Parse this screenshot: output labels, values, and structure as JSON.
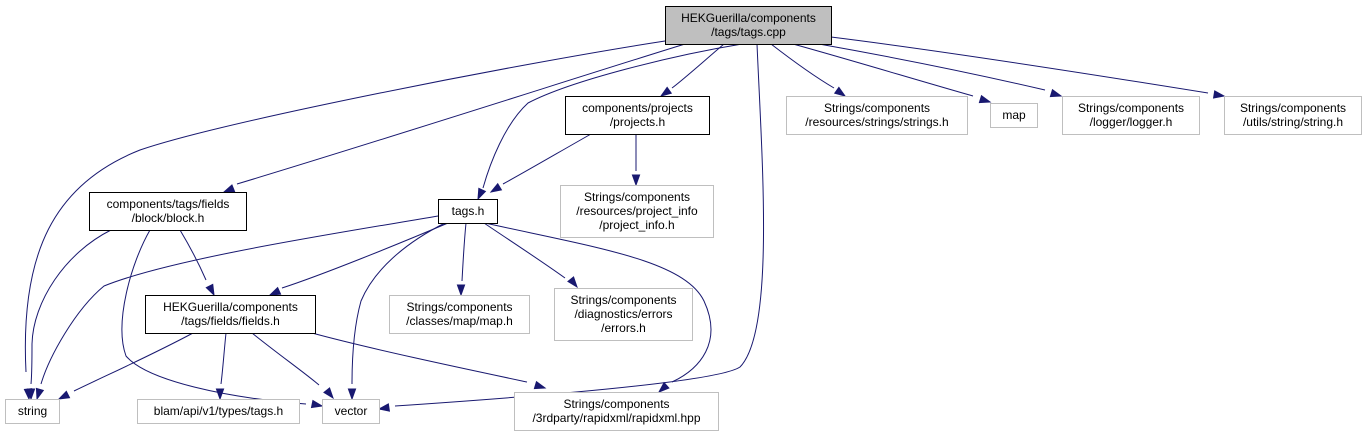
{
  "diagram": {
    "type": "include-dependency-graph",
    "colors": {
      "edge": "#191970",
      "root_fill": "#bfbfbf",
      "root_border": "#000000",
      "documented_border": "#000000",
      "external_border": "#bfbfbf",
      "text": "#000000"
    },
    "nodes": [
      {
        "id": "root",
        "kind": "root",
        "lines": [
          "HEKGuerilla/components",
          "/tags/tags.cpp"
        ]
      },
      {
        "id": "projects",
        "kind": "documented",
        "lines": [
          "components/projects",
          "/projects.h"
        ]
      },
      {
        "id": "strings_h",
        "kind": "external",
        "lines": [
          "Strings/components",
          "/resources/strings/strings.h"
        ]
      },
      {
        "id": "map",
        "kind": "external",
        "lines": [
          "map"
        ]
      },
      {
        "id": "logger",
        "kind": "external",
        "lines": [
          "Strings/components",
          "/logger/logger.h"
        ]
      },
      {
        "id": "string_h",
        "kind": "external",
        "lines": [
          "Strings/components",
          "/utils/string/string.h"
        ]
      },
      {
        "id": "block",
        "kind": "documented",
        "lines": [
          "components/tags/fields",
          "/block/block.h"
        ]
      },
      {
        "id": "tags_h",
        "kind": "documented",
        "lines": [
          "tags.h"
        ]
      },
      {
        "id": "project_info",
        "kind": "external",
        "lines": [
          "Strings/components",
          "/resources/project_info",
          "/project_info.h"
        ]
      },
      {
        "id": "fields",
        "kind": "documented",
        "lines": [
          "HEKGuerilla/components",
          "/tags/fields/fields.h"
        ]
      },
      {
        "id": "map_h",
        "kind": "external",
        "lines": [
          "Strings/components",
          "/classes/map/map.h"
        ]
      },
      {
        "id": "errors",
        "kind": "external",
        "lines": [
          "Strings/components",
          "/diagnostics/errors",
          "/errors.h"
        ]
      },
      {
        "id": "string",
        "kind": "external",
        "lines": [
          "string"
        ]
      },
      {
        "id": "blam_tags",
        "kind": "external",
        "lines": [
          "blam/api/v1/types/tags.h"
        ]
      },
      {
        "id": "vector",
        "kind": "external",
        "lines": [
          "vector"
        ]
      },
      {
        "id": "rapidxml",
        "kind": "external",
        "lines": [
          "Strings/components",
          "/3rdparty/rapidxml/rapidxml.hpp"
        ]
      }
    ],
    "edges": [
      {
        "from": "root",
        "to": "string"
      },
      {
        "from": "root",
        "to": "block"
      },
      {
        "from": "root",
        "to": "projects"
      },
      {
        "from": "root",
        "to": "tags_h"
      },
      {
        "from": "root",
        "to": "vector"
      },
      {
        "from": "root",
        "to": "strings_h"
      },
      {
        "from": "root",
        "to": "map"
      },
      {
        "from": "root",
        "to": "logger"
      },
      {
        "from": "root",
        "to": "string_h"
      },
      {
        "from": "projects",
        "to": "tags_h"
      },
      {
        "from": "projects",
        "to": "project_info"
      },
      {
        "from": "block",
        "to": "string"
      },
      {
        "from": "block",
        "to": "fields"
      },
      {
        "from": "block",
        "to": "vector"
      },
      {
        "from": "tags_h",
        "to": "string"
      },
      {
        "from": "tags_h",
        "to": "fields"
      },
      {
        "from": "tags_h",
        "to": "vector"
      },
      {
        "from": "tags_h",
        "to": "map_h"
      },
      {
        "from": "tags_h",
        "to": "errors"
      },
      {
        "from": "tags_h",
        "to": "rapidxml"
      },
      {
        "from": "fields",
        "to": "string"
      },
      {
        "from": "fields",
        "to": "blam_tags"
      },
      {
        "from": "fields",
        "to": "vector"
      },
      {
        "from": "fields",
        "to": "rapidxml"
      }
    ]
  }
}
